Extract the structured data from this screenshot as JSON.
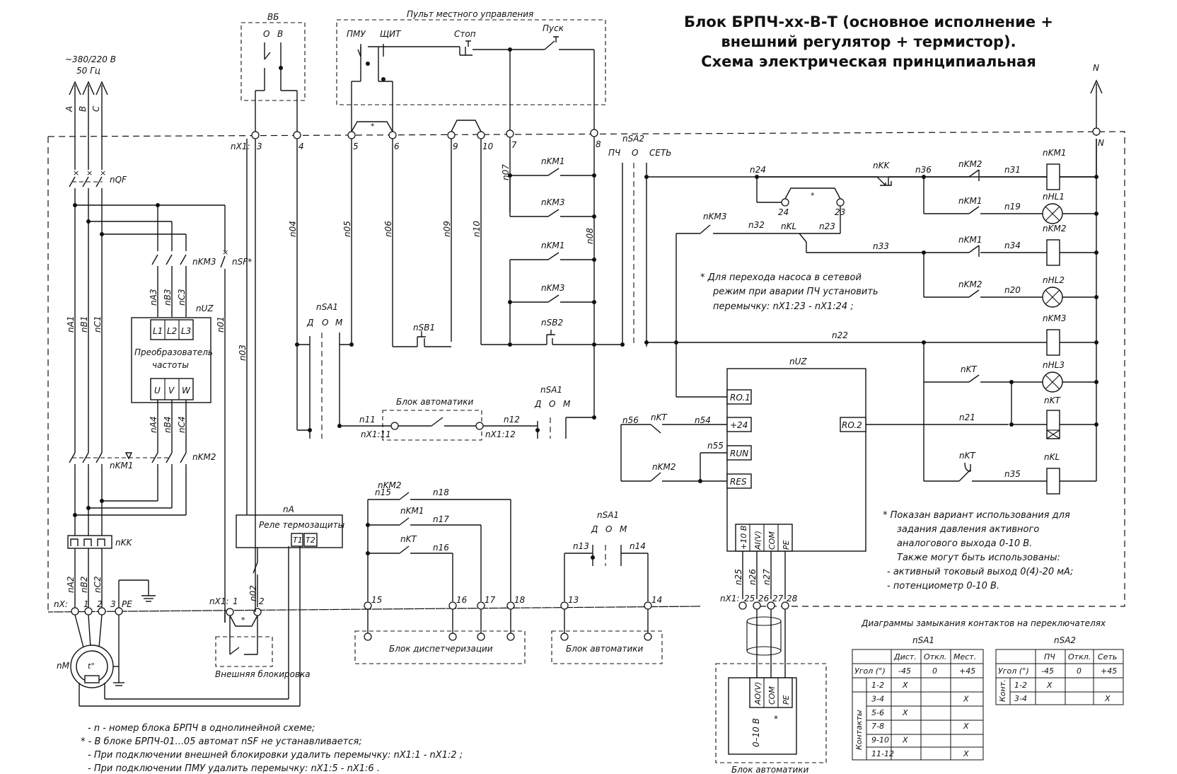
{
  "title": {
    "line1": "Блок БРПЧ-хх-В-Т (основное исполнение +",
    "line2": "внешний регулятор + термистор).",
    "line3": "Схема электрическая принципиальная"
  },
  "supply": {
    "voltage": "~380/220 В",
    "freq": "50 Гц",
    "phases": [
      "A",
      "B",
      "C"
    ],
    "neutral": "N"
  },
  "blocks": {
    "vb": "ВБ",
    "vb_o": "О",
    "vb_v": "В",
    "pult": "Пульт местного управления",
    "pmu": "ПМУ",
    "shchit": "ЩИТ",
    "stop": "Стоп",
    "pusk": "Пуск",
    "uz_label": "nUZ",
    "uz_name1": "Преобразователь",
    "uz_name2": "частоты",
    "uz_in": [
      "L1",
      "L2",
      "L3"
    ],
    "uz_out": [
      "U",
      "V",
      "W"
    ],
    "uz_ctrl": "nUZ",
    "uz_ports": [
      "RO.1",
      "+24",
      "RUN",
      "RES"
    ],
    "uz_ro2": "RO.2",
    "uz_ana": [
      "+10 В",
      "AI(V)",
      "COM",
      "PE"
    ],
    "relay_label": "nA",
    "relay_name": "Реле термозащиты",
    "relay_t": [
      "T1",
      "T2"
    ],
    "auto_block": "Блок автоматики",
    "disp_block": "Блок диспетчеризации",
    "ext_block": "Внешняя блокировка",
    "auto_block2": "Блок автоматики",
    "auto_block3": "Блок автоматики",
    "ext_ana": [
      "AO(V)",
      "COM",
      "PE"
    ],
    "ext_range": "0–10 В",
    "star": "*"
  },
  "labels": {
    "nQF": "nQF",
    "nKM3": "nKM3",
    "nSF": "nSF*",
    "nKM1": "nKM1",
    "nKM2": "nKM2",
    "nKK": "nKK",
    "nM": "nM",
    "pe": "PE",
    "tstar": "t°",
    "nA1": "nA1",
    "nB1": "nB1",
    "nC1": "nC1",
    "nA2": "nA2",
    "nB2": "nB2",
    "nC2": "nC2",
    "nA3": "nA3",
    "nB3": "nB3",
    "nC3": "nC3",
    "nA4": "nA4",
    "nB4": "nB4",
    "nC4": "nC4",
    "n01": "n01",
    "n02": "n02",
    "n03": "n03",
    "n04": "n04",
    "n05": "n05",
    "n06": "n06",
    "n07": "n07",
    "n08": "n08",
    "n09": "n09",
    "n10": "n10",
    "n11": "n11",
    "n12": "n12",
    "n13": "n13",
    "n14": "n14",
    "n15": "n15",
    "n16": "n16",
    "n17": "n17",
    "n18": "n18",
    "n19": "n19",
    "n20": "n20",
    "n21": "n21",
    "n22": "n22",
    "n23": "n23",
    "n24": "n24",
    "n25": "n25",
    "n26": "n26",
    "n27": "n27",
    "n31": "n31",
    "n32": "n32",
    "n33": "n33",
    "n34": "n34",
    "n35": "n35",
    "n36": "n36",
    "n54": "n54",
    "n55": "n55",
    "n56": "n56",
    "nSA1": "nSA1",
    "nSA2": "nSA2",
    "nSB1": "nSB1",
    "nSB2": "nSB2",
    "nKT": "nKT",
    "nKL": "nKL",
    "nHL1": "nHL1",
    "nHL2": "nHL2",
    "nHL3": "nHL3",
    "sa_d": "Д",
    "sa_o": "О",
    "sa_m": "М",
    "sa2_pch": "ПЧ",
    "sa2_o": "О",
    "sa2_set": "СЕТЬ",
    "nx1": "nX1:",
    "nx": "nX:",
    "x1_11": "nX1:11",
    "x1_12": "nX1:12",
    "t3": "3",
    "t4": "4",
    "t5": "5",
    "t6": "6",
    "t7": "7",
    "t8": "8",
    "t9": "9",
    "t10": "10",
    "t13": "13",
    "t14": "14",
    "t15": "15",
    "t16": "16",
    "t17": "17",
    "t18": "18",
    "t23": "23",
    "t24": "24",
    "t25": "25",
    "t26": "26",
    "t27": "27",
    "t28": "28",
    "x1": "1",
    "x2": "2",
    "x3": "3",
    "xpe": "PE",
    "nx1_1": "1",
    "nx1_2": "2",
    "tN": "N"
  },
  "notes_right": {
    "star_note": "* Для перехода насоса в сетевой",
    "star_note2": "режим при аварии ПЧ установить",
    "star_note3": "перемычку:  nX1:23 - nX1:24 ;",
    "ana1": "*  Показан вариант использования для",
    "ana2": "задания давления активного",
    "ana3": "аналогового выхода 0-10 В.",
    "ana4": "Также могут быть использованы:",
    "ana5": "- активный токовый выход 0(4)-20 мА;",
    "ana6": "- потенциометр 0-10 В."
  },
  "notes_bottom": [
    "- n - номер блока БРПЧ в однолинейной схеме;",
    "* - В блоке БРПЧ-01...05 автомат nSF не устанавливается;",
    "- При подключении внешней блокировки удалить перемычку: nX1:1 - nX1:2 ;",
    "- При подключении ПМУ удалить перемычку: nX1:5 - nX1:6 ."
  ],
  "diag_title": "Диаграммы замыкания контактов на переключателях",
  "table_sa1": {
    "name": "nSA1",
    "headers": [
      "Дист.",
      "Откл.",
      "Мест."
    ],
    "angle_label": "Угол (°)",
    "angles": [
      "-45",
      "0",
      "+45"
    ],
    "side": "Контакты",
    "rows": [
      {
        "c": "1-2",
        "v": [
          "X",
          "",
          ""
        ]
      },
      {
        "c": "3-4",
        "v": [
          "",
          "",
          "X"
        ]
      },
      {
        "c": "5-6",
        "v": [
          "X",
          "",
          ""
        ]
      },
      {
        "c": "7-8",
        "v": [
          "",
          "",
          "X"
        ]
      },
      {
        "c": "9-10",
        "v": [
          "X",
          "",
          ""
        ]
      },
      {
        "c": "11-12",
        "v": [
          "",
          "",
          "X"
        ]
      }
    ]
  },
  "table_sa2": {
    "name": "nSA2",
    "headers": [
      "ПЧ",
      "Откл.",
      "Сеть"
    ],
    "angle_label": "Угол (°)",
    "angles": [
      "-45",
      "0",
      "+45"
    ],
    "side": "Конт.",
    "rows": [
      {
        "c": "1-2",
        "v": [
          "X",
          "",
          ""
        ]
      },
      {
        "c": "3-4",
        "v": [
          "",
          "",
          "X"
        ]
      }
    ]
  }
}
